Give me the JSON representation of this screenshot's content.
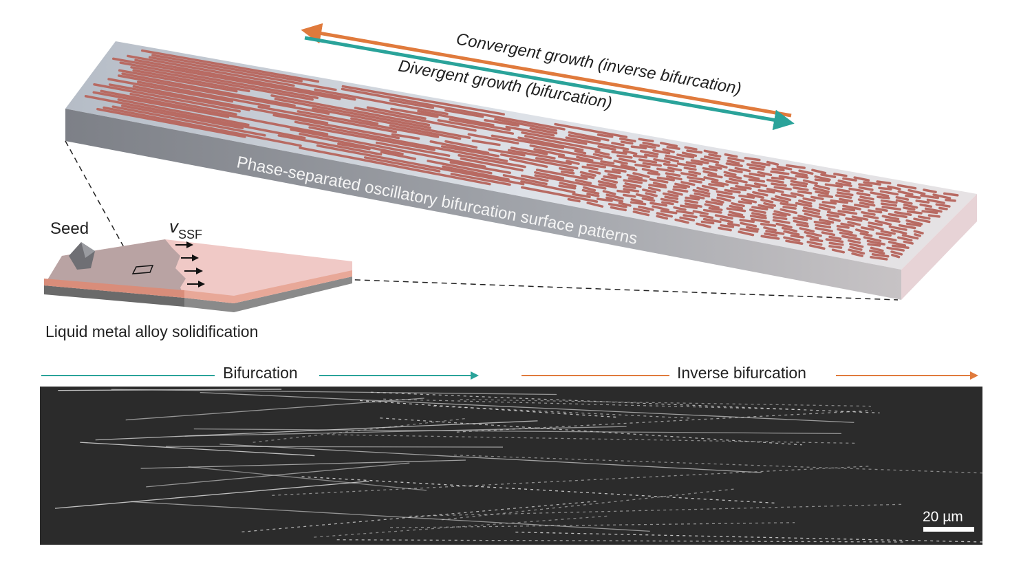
{
  "top_arrows": {
    "convergent": "Convergent growth (inverse bifurcation)",
    "divergent": "Divergent growth (bifurcation)"
  },
  "slab": {
    "label": "Phase-separated oscillatory bifurcation surface patterns"
  },
  "left_inset": {
    "seed": "Seed",
    "velocity_symbol": "v",
    "velocity_subscript": "SSF",
    "caption": "Liquid metal alloy solidification"
  },
  "bottom": {
    "bifurcation": "Bifurcation",
    "inverse_bifurcation": "Inverse bifurcation",
    "scale_bar": "20 µm"
  },
  "colors": {
    "orange": "#e07a3c",
    "teal": "#2aa39a",
    "stripe": "#b86a62",
    "slab_top": "#c9ced6",
    "sem_bg": "#2b2b2b"
  }
}
